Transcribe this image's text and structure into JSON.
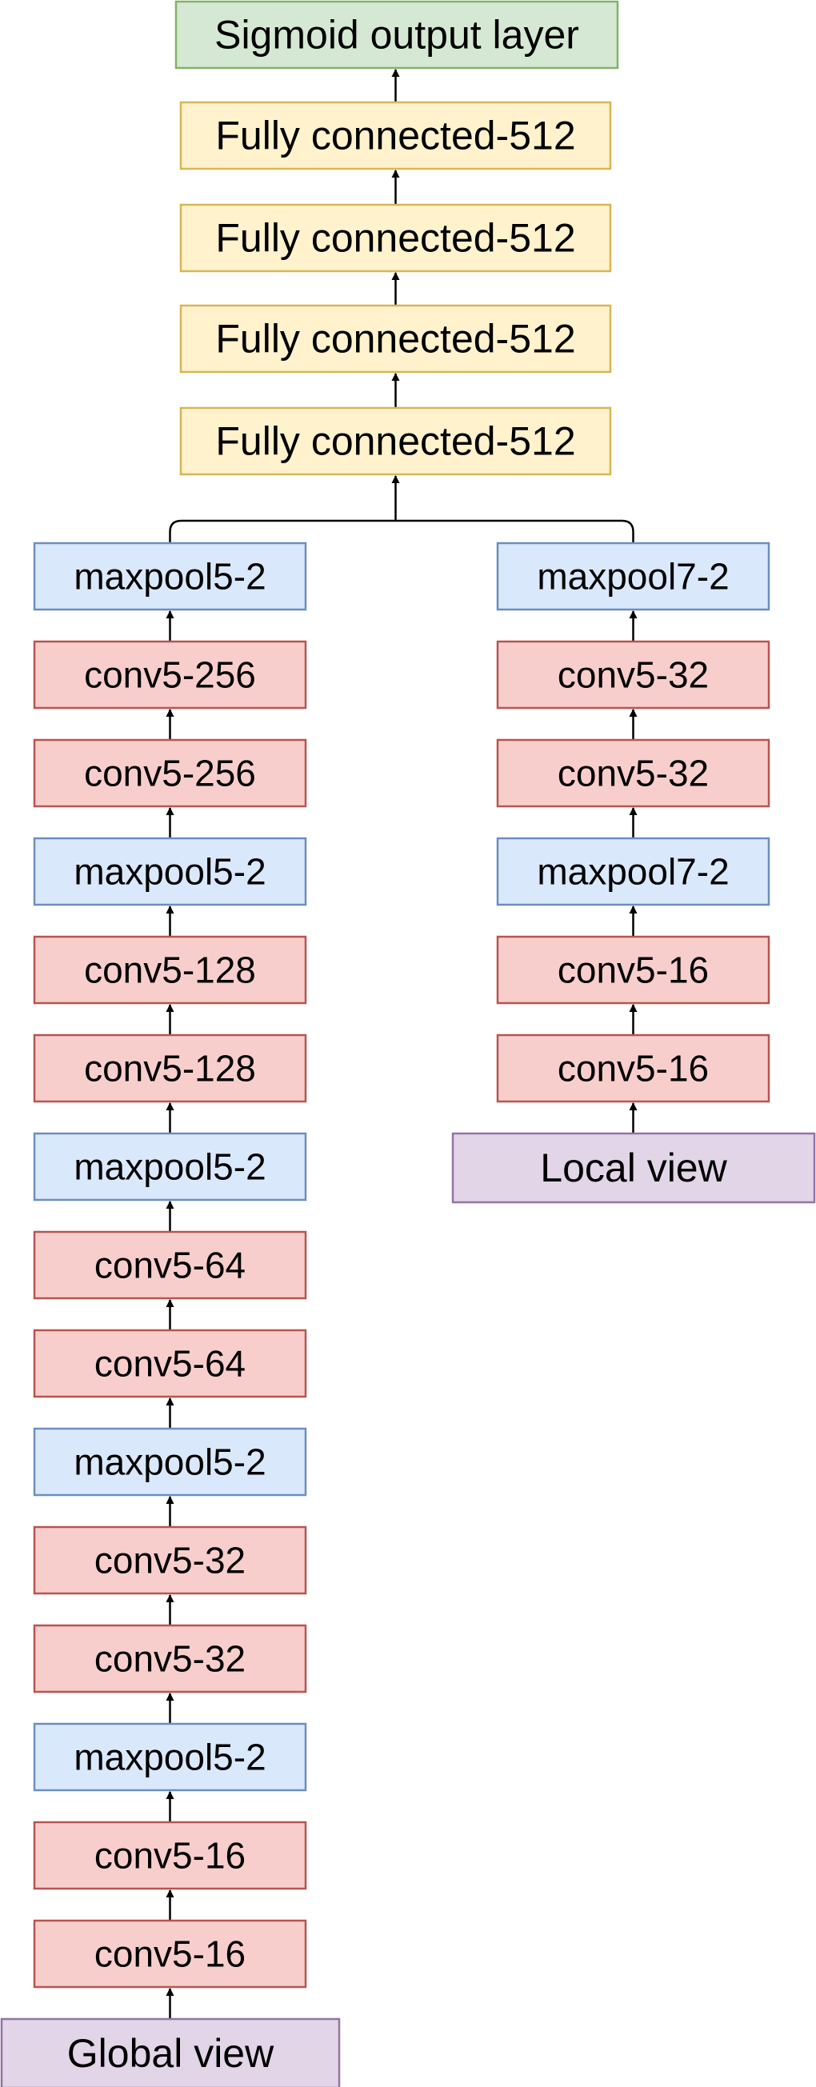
{
  "colors": {
    "output": {
      "fill": "#d5e8d4",
      "stroke": "#82b366"
    },
    "fc": {
      "fill": "#fff2cc",
      "stroke": "#d6b656"
    },
    "pool": {
      "fill": "#dae8fc",
      "stroke": "#6c8ebf"
    },
    "conv": {
      "fill": "#f8cecc",
      "stroke": "#b85450"
    },
    "input": {
      "fill": "#e1d5e7",
      "stroke": "#9673a6"
    }
  },
  "head": {
    "output_label": "Sigmoid output layer",
    "fc_layers": [
      "Fully connected-512",
      "Fully connected-512",
      "Fully connected-512",
      "Fully connected-512"
    ]
  },
  "global_column": {
    "layers": [
      {
        "label": "maxpool5-2",
        "kind": "pool"
      },
      {
        "label": "conv5-256",
        "kind": "conv"
      },
      {
        "label": "conv5-256",
        "kind": "conv"
      },
      {
        "label": "maxpool5-2",
        "kind": "pool"
      },
      {
        "label": "conv5-128",
        "kind": "conv"
      },
      {
        "label": "conv5-128",
        "kind": "conv"
      },
      {
        "label": "maxpool5-2",
        "kind": "pool"
      },
      {
        "label": "conv5-64",
        "kind": "conv"
      },
      {
        "label": "conv5-64",
        "kind": "conv"
      },
      {
        "label": "maxpool5-2",
        "kind": "pool"
      },
      {
        "label": "conv5-32",
        "kind": "conv"
      },
      {
        "label": "conv5-32",
        "kind": "conv"
      },
      {
        "label": "maxpool5-2",
        "kind": "pool"
      },
      {
        "label": "conv5-16",
        "kind": "conv"
      },
      {
        "label": "conv5-16",
        "kind": "conv"
      }
    ],
    "input_label": "Global view"
  },
  "local_column": {
    "layers": [
      {
        "label": "maxpool7-2",
        "kind": "pool"
      },
      {
        "label": "conv5-32",
        "kind": "conv"
      },
      {
        "label": "conv5-32",
        "kind": "conv"
      },
      {
        "label": "maxpool7-2",
        "kind": "pool"
      },
      {
        "label": "conv5-16",
        "kind": "conv"
      },
      {
        "label": "conv5-16",
        "kind": "conv"
      }
    ],
    "input_label": "Local view"
  }
}
